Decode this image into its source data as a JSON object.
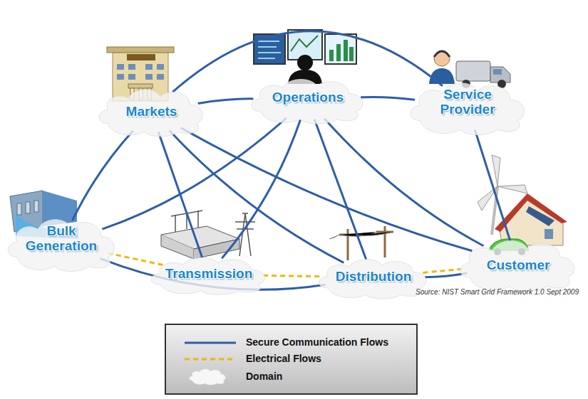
{
  "diagram": {
    "nodes": [
      {
        "text": [
          "Markets"
        ]
      },
      {
        "text": [
          "Operations"
        ]
      },
      {
        "text": [
          "Service Provider"
        ]
      },
      {
        "text": [
          "Bulk Generation"
        ]
      },
      {
        "text": [
          "Transmission"
        ]
      },
      {
        "text": [
          "Distribution"
        ]
      },
      {
        "text": [
          "Customer"
        ]
      }
    ],
    "edges": [
      {
        "from": 0,
        "to": 1,
        "arrow": "none"
      },
      {
        "from": 0,
        "to": 2,
        "arrow": "none"
      },
      {
        "from": 1,
        "to": 2,
        "arrow": "none"
      },
      {
        "from": 0,
        "to": 3,
        "arrow": "none"
      },
      {
        "from": 0,
        "to": 4,
        "arrow": "none"
      },
      {
        "from": 0,
        "to": 5,
        "arrow": "none"
      },
      {
        "from": 0,
        "to": 6,
        "arrow": "none"
      },
      {
        "from": 1,
        "to": 3,
        "arrow": "none"
      },
      {
        "from": 1,
        "to": 4,
        "arrow": "none"
      },
      {
        "from": 1,
        "to": 5,
        "arrow": "none"
      },
      {
        "from": 1,
        "to": 6,
        "arrow": "none"
      },
      {
        "from": 2,
        "to": 6,
        "arrow": "none"
      },
      {
        "from": 3,
        "to": 5,
        "arrow": "none"
      },
      {
        "from": 5,
        "to": 6,
        "arrow": "none"
      },
      {
        "from": 3,
        "to": 4,
        "arrow": "none"
      },
      {
        "from": 4,
        "to": 5,
        "arrow": "none"
      },
      {
        "from": 5,
        "to": 6,
        "arrow": "none"
      }
    ],
    "labels": [
      "Source:  NIST Smart Grid Framework 1.0 Sept 2009"
    ],
    "legend": [
      {
        "text": "Secure Communication Flows"
      },
      {
        "text": "Electrical Flows"
      },
      {
        "text": "Domain"
      }
    ]
  }
}
